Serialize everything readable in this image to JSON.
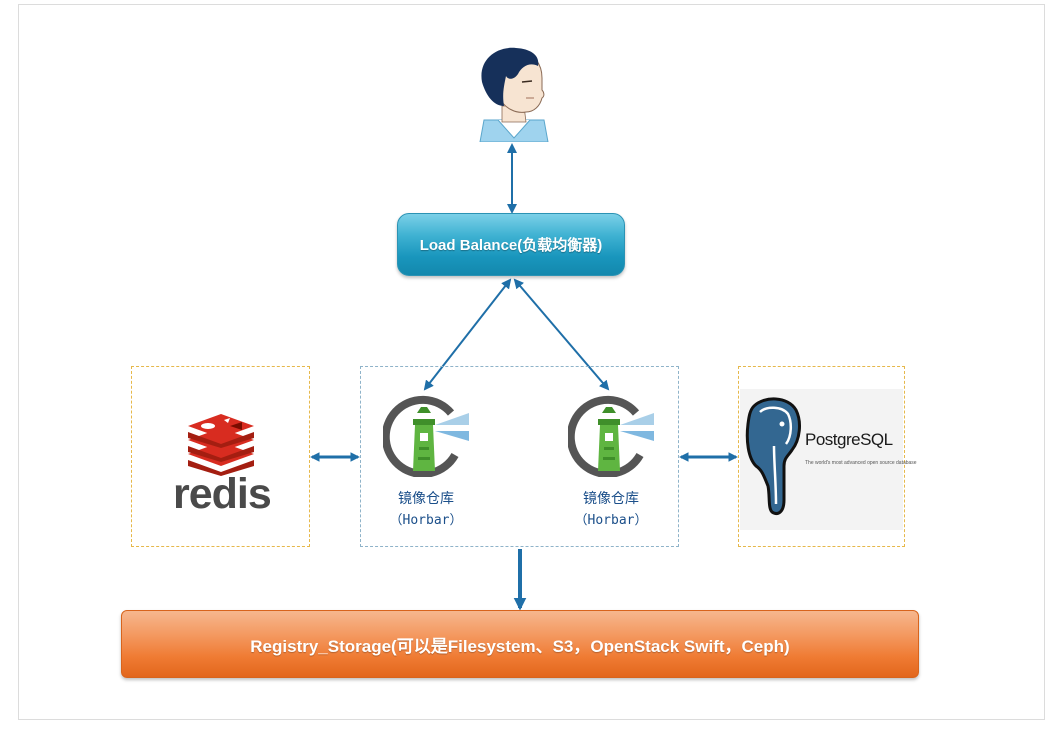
{
  "nodes": {
    "client": {
      "icon": "user-avatar-icon"
    },
    "load_balancer": {
      "label": "Load Balance(负载均衡器)"
    },
    "redis": {
      "icon": "redis-logo-icon",
      "word": "redis"
    },
    "harbor_1": {
      "icon": "harbor-lighthouse-icon",
      "title": "镜像仓库",
      "subtitle": "（Horbar）"
    },
    "harbor_2": {
      "icon": "harbor-lighthouse-icon",
      "title": "镜像仓库",
      "subtitle": "（Horbar）"
    },
    "postgresql": {
      "icon": "postgresql-elephant-icon",
      "name": "PostgreSQL",
      "tagline": "The world's most advanced open source database"
    },
    "storage": {
      "label": "Registry_Storage(可以是Filesystem、S3，OpenStack Swift，Ceph)"
    }
  },
  "edges": [
    {
      "from": "client",
      "to": "load_balancer",
      "direction": "both"
    },
    {
      "from": "load_balancer",
      "to": "harbor_1",
      "direction": "both"
    },
    {
      "from": "load_balancer",
      "to": "harbor_2",
      "direction": "both"
    },
    {
      "from": "redis",
      "to": "harbor_1",
      "direction": "both"
    },
    {
      "from": "harbor_2",
      "to": "postgresql",
      "direction": "both"
    },
    {
      "from": "harbor_group",
      "to": "storage",
      "direction": "forward"
    }
  ],
  "colors": {
    "arrow": "#1f6fa8",
    "load_balancer": "#1996bd",
    "storage": "#ef7b33",
    "redis": "#d9362c",
    "harbor_green": "#5fb541",
    "postgres_blue": "#336791"
  }
}
